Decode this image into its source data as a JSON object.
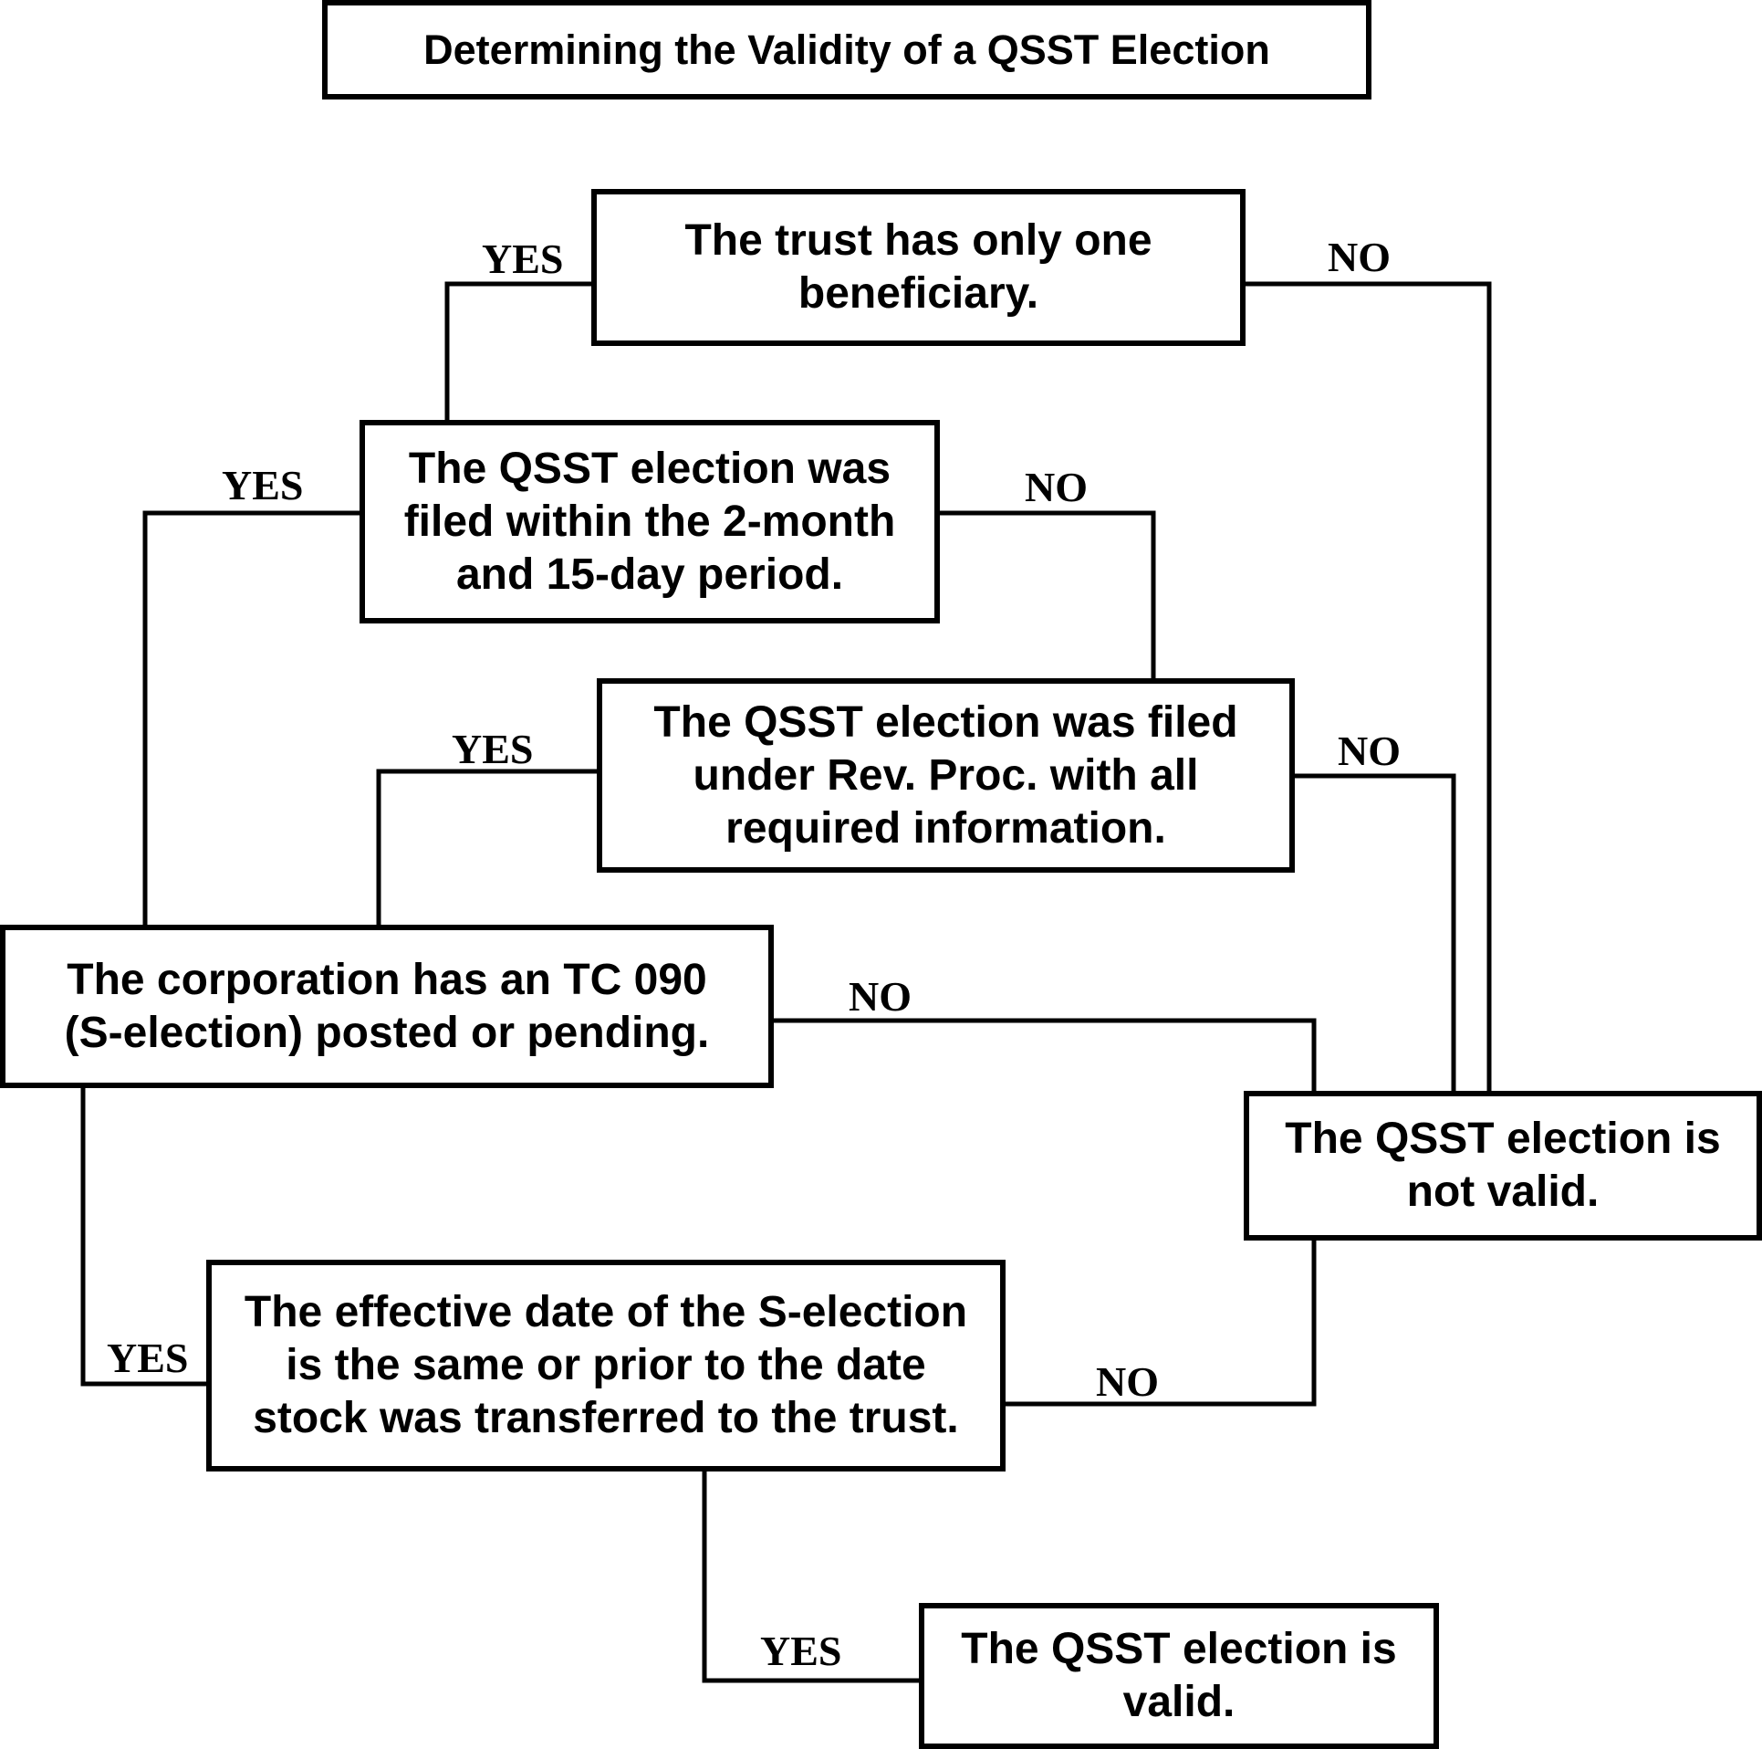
{
  "title": "Determining the Validity of a QSST Election",
  "nodes": {
    "one_beneficiary": "The trust has only one\nbeneficiary.",
    "filed_within_period": "The QSST election was\nfiled within the 2-month\nand 15-day period.",
    "filed_rev_proc": "The QSST election was filed\nunder Rev. Proc. with all\nrequired information.",
    "tc090": "The corporation has an TC 090\n(S-election) posted or pending.",
    "effective_date": "The effective date of the S-election\nis the same or prior to the date\nstock was transferred to the trust.",
    "not_valid": "The QSST election is\nnot valid.",
    "valid": "The QSST election is\nvalid."
  },
  "edge_labels": {
    "one_beneficiary_yes": "YES",
    "one_beneficiary_no": "NO",
    "filed_within_period_yes": "YES",
    "filed_within_period_no": "NO",
    "filed_rev_proc_yes": "YES",
    "filed_rev_proc_no": "NO",
    "tc090_yes": "YES",
    "tc090_no": "NO",
    "effective_date_yes": "YES",
    "effective_date_no": "NO"
  }
}
